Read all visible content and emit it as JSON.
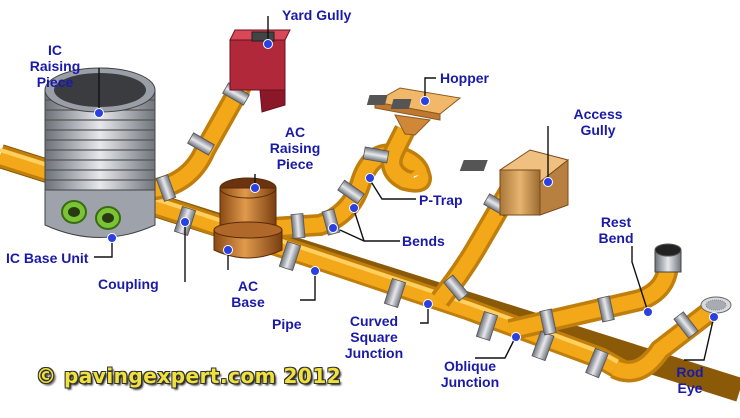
{
  "labels": {
    "yard_gully": "Yard Gully",
    "ic_raising_piece": [
      "IC",
      "Raising",
      "Piece"
    ],
    "hopper": "Hopper",
    "access_gully": [
      "Access",
      "Gully"
    ],
    "ac_raising_piece": [
      "AC",
      "Raising",
      "Piece"
    ],
    "p_trap": "P-Trap",
    "bends": "Bends",
    "ic_base_unit": "IC Base Unit",
    "coupling": "Coupling",
    "ac_base": [
      "AC",
      "Base"
    ],
    "pipe": "Pipe",
    "curved_square_junction": [
      "Curved",
      "Square",
      "Junction"
    ],
    "oblique_junction": [
      "Oblique",
      "Junction"
    ],
    "rest_bend": [
      "Rest",
      "Bend"
    ],
    "rod_eye": [
      "Rod",
      "Eye"
    ]
  },
  "copyright": "© pavingexpert.com 2012",
  "colors": {
    "pipe": "#f2a818",
    "coupling": "#b8bcc4",
    "label": "#1a1aa8",
    "dot": "#2a40e0",
    "ac_unit": "#c8782a",
    "yard_gully": "#b0283a",
    "hopper": "#e0a050",
    "copyright": "#f0e23a"
  }
}
